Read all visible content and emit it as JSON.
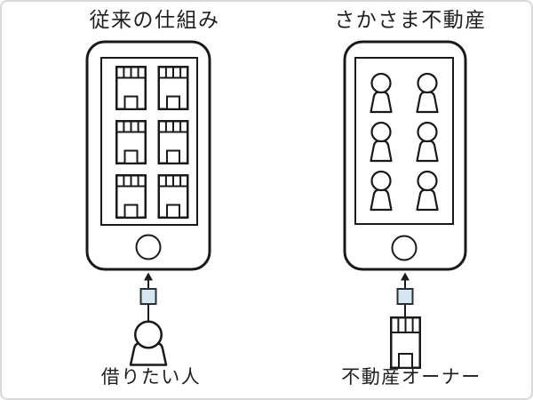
{
  "frame": {
    "background": "#ffffff",
    "border_color": "#d9d9d9"
  },
  "left_panel": {
    "title": "従来の仕組み",
    "phone": {
      "screen_icon": "building-icon",
      "icon_count": 6,
      "rows": 3,
      "cols": 2,
      "home_button": "circle"
    },
    "connector": {
      "shape": "square",
      "fill": "#d6e7f4",
      "stroke": "#263238"
    },
    "arrow_direction": "up",
    "actor": {
      "icon": "person-icon",
      "label": "借りたい人"
    }
  },
  "right_panel": {
    "title": "さかさま不動産",
    "phone": {
      "screen_icon": "person-icon",
      "icon_count": 6,
      "rows": 3,
      "cols": 2,
      "home_button": "circle"
    },
    "connector": {
      "shape": "square",
      "fill": "#d6e7f4",
      "stroke": "#263238"
    },
    "arrow_direction": "up",
    "actor": {
      "icon": "building-icon",
      "label": "不動産オーナー"
    }
  },
  "colors": {
    "line_stroke": "#1a1a1a",
    "connector_fill": "#d6e7f4",
    "connector_stroke": "#263238",
    "text": "#1f1f1f"
  }
}
